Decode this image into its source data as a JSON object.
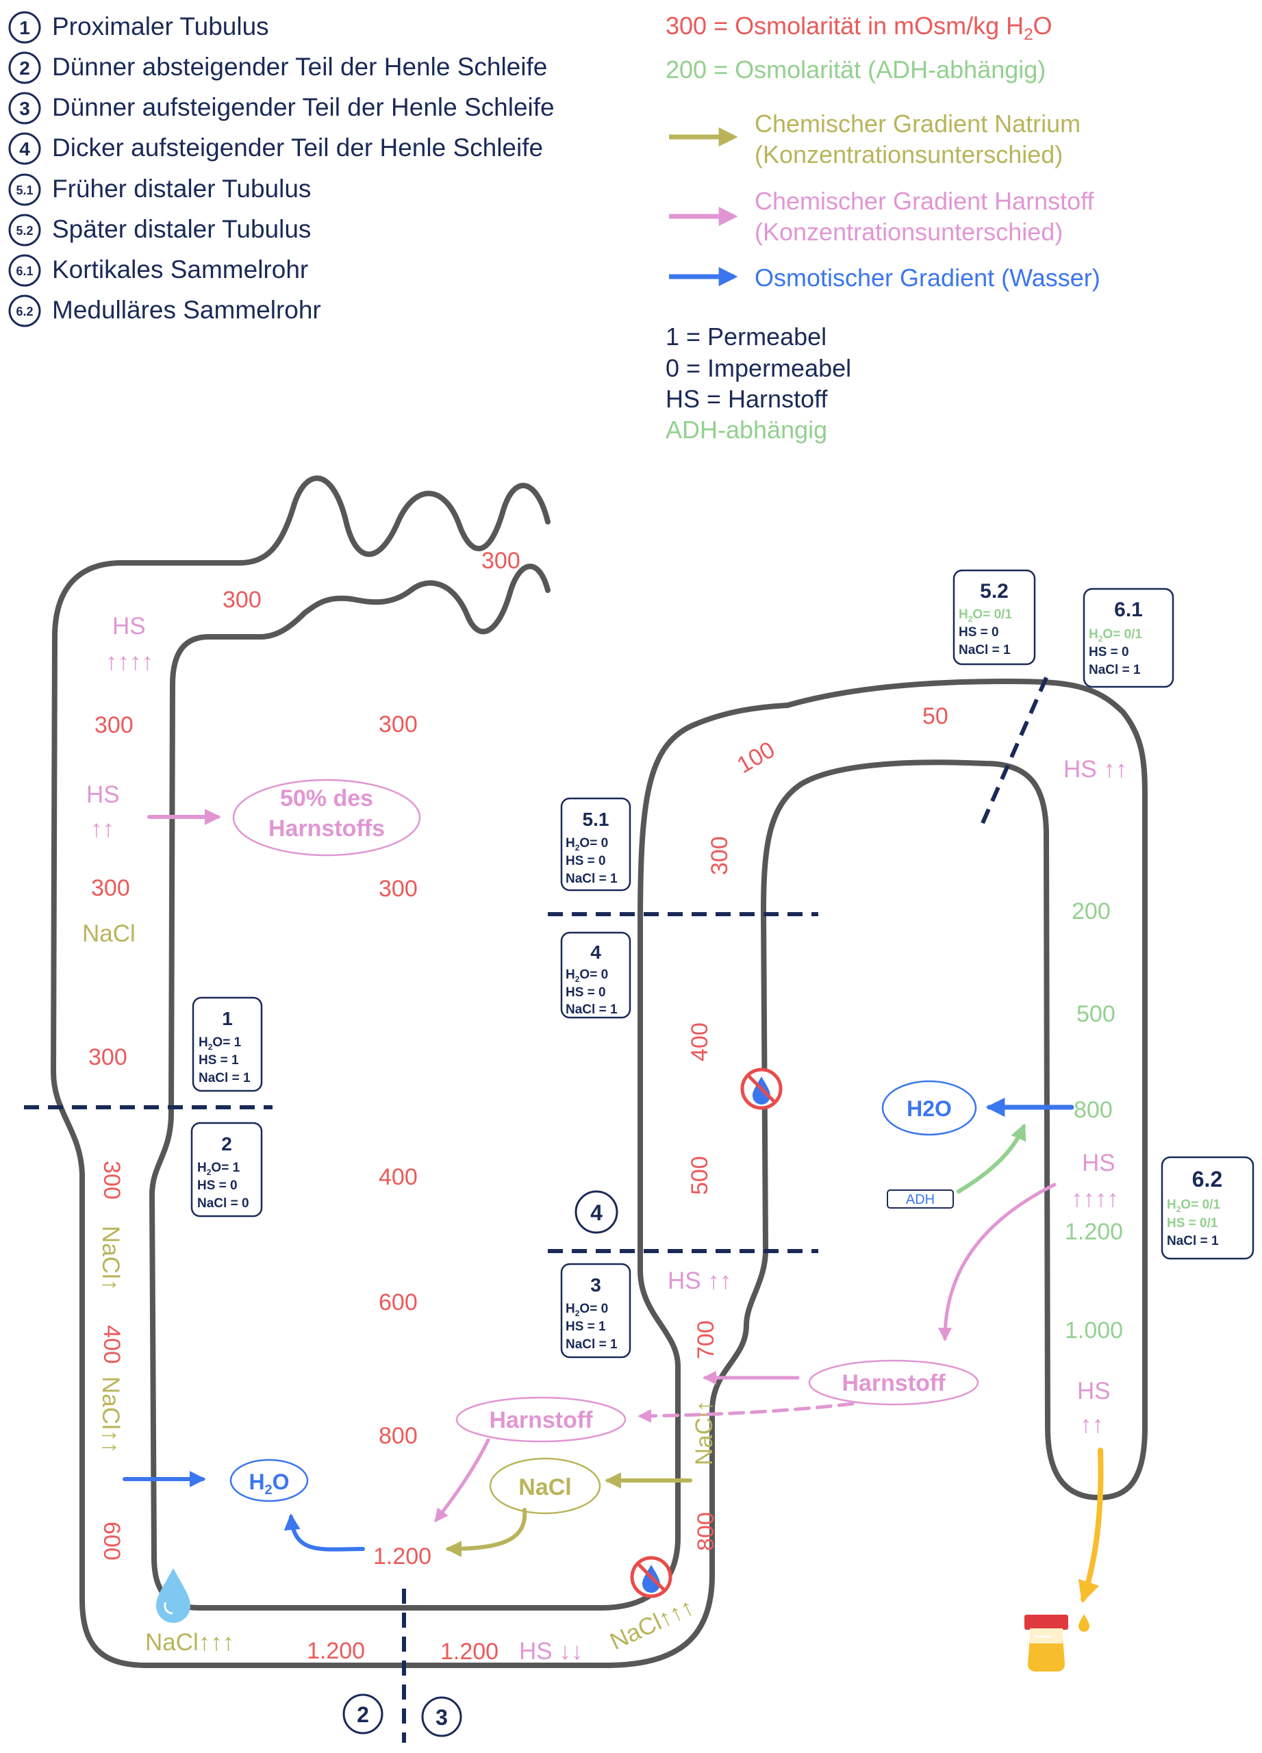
{
  "colors": {
    "navy": "#1a2a57",
    "red": "#ea5a5a",
    "green": "#93d08f",
    "olive": "#b9b45a",
    "pink": "#e196d3",
    "blue": "#3b76ee",
    "tube": "#575757",
    "yellow": "#f7bd2c"
  },
  "segments": [
    {
      "num": "1",
      "label": "Proximaler Tubulus"
    },
    {
      "num": "2",
      "label": "Dünner absteigender Teil der Henle Schleife"
    },
    {
      "num": "3",
      "label": "Dünner aufsteigender Teil der Henle Schleife"
    },
    {
      "num": "4",
      "label": "Dicker aufsteigender Teil der Henle Schleife"
    },
    {
      "num": "5.1",
      "label": "Früher distaler Tubulus"
    },
    {
      "num": "5.2",
      "label": "Später distaler Tubulus"
    },
    {
      "num": "6.1",
      "label": "Kortikales Sammelrohr"
    },
    {
      "num": "6.2",
      "label": "Medulläres Sammelrohr"
    }
  ],
  "key": {
    "osm_num": "300",
    "osm_text": " = Osmolarität in mOsm/kg H",
    "osm_sub": "2",
    "osm_end": "O",
    "adh_num": "200",
    "adh_text": " = Osmolarität (ADH-abhängig)",
    "na_line1": "Chemischer Gradient Natrium",
    "na_line2": "(Konzentrationsunterschied)",
    "hs_line1": "Chemischer Gradient Harnstoff",
    "hs_line2": "(Konzentrationsunterschied)",
    "water": "Osmotischer Gradient (Wasser)",
    "perm": "1 = Permeabel",
    "imperm": "0 = Impermeabel",
    "hs_def": "HS = Harnstoff",
    "adh_dep": "ADH-abhängig"
  },
  "boxes": {
    "b1": {
      "num": "1",
      "h2o": "= 1",
      "hs": "HS = 1",
      "nacl": "NaCl = 1"
    },
    "b2": {
      "num": "2",
      "h2o": "= 1",
      "hs": "HS = 0",
      "nacl": "NaCl = 0"
    },
    "b3": {
      "num": "3",
      "h2o": "= 0",
      "hs": "HS = 1",
      "nacl": "NaCl = 1"
    },
    "b4": {
      "num": "4",
      "h2o": "= 0",
      "hs": "HS = 0",
      "nacl": "NaCl = 1"
    },
    "b51": {
      "num": "5.1",
      "h2o": "= 0",
      "hs": "HS = 0",
      "nacl": "NaCl = 1"
    },
    "b52": {
      "num": "5.2",
      "h2o": "= 0/1",
      "hs": "HS = 0",
      "nacl": "NaCl = 1"
    },
    "b61": {
      "num": "6.1",
      "h2o": "= 0/1",
      "hs": "HS = 0",
      "nacl": "NaCl = 1"
    },
    "b62": {
      "num": "6.2",
      "h2o": "= 0/1",
      "hs": "HS = 0/1",
      "nacl": "NaCl = 1"
    }
  },
  "h_letter": "H",
  "h_sub": "2",
  "o_letter": "O",
  "diagram": {
    "v300": "300",
    "v400": "400",
    "v500": "500",
    "v600": "600",
    "v700": "700",
    "v800": "800",
    "v1200": "1.200",
    "v100": "100",
    "v50": "50",
    "g200": "200",
    "g500": "500",
    "g800": "800",
    "g1200": "1.200",
    "g1000": "1.000",
    "hs4": "HS ↑↑↑↑",
    "hs_text": "HS",
    "arrows4": "↑↑↑↑",
    "arrows2": "↑↑",
    "hs2": "HS ↑↑",
    "hs_down": "HS ↓↓",
    "nacl": "NaCl",
    "nacl1": "NaCl↑",
    "nacl2": "NaCl↑↑",
    "nacl3": "NaCl↑↑↑",
    "half_line1": "50% des",
    "half_line2": "Harnstoffs",
    "harnstoff": "Harnstoff",
    "nacl_oval": "NaCl",
    "h2o_right": "H2O",
    "adh": "ADH",
    "c2": "2",
    "c3": "3",
    "c4": "4"
  }
}
